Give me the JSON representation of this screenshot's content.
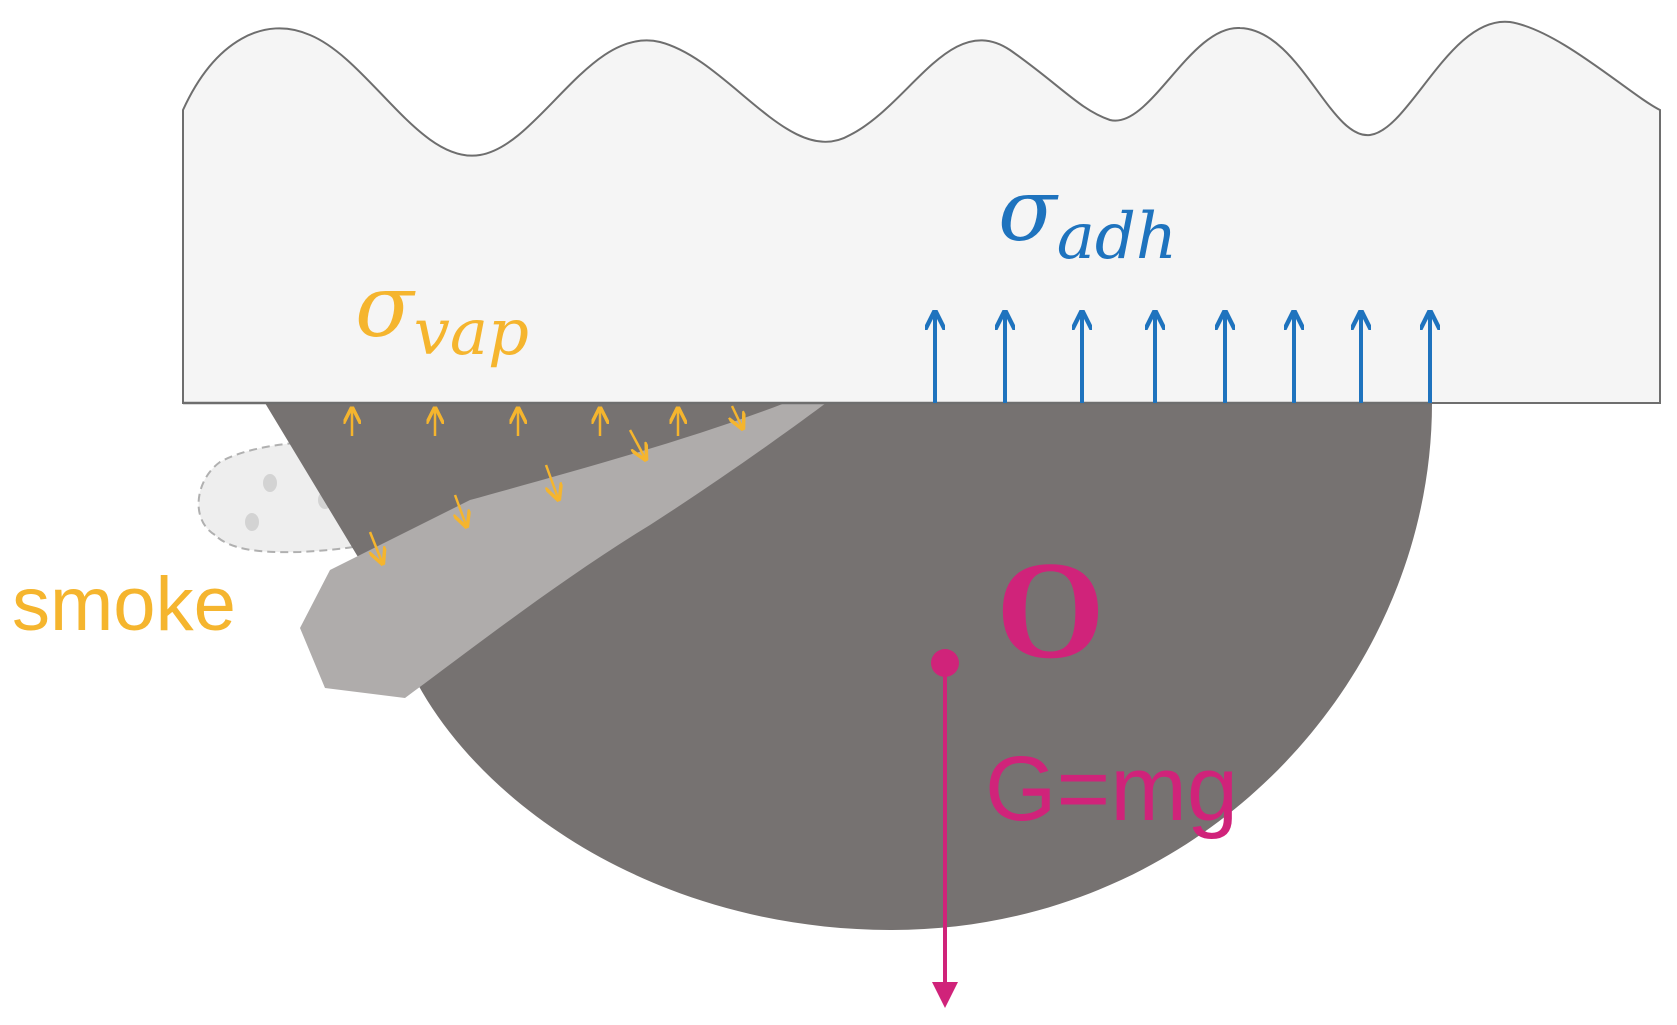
{
  "labels": {
    "sigma_vap_symbol": "σ",
    "sigma_vap_subscript": "vap",
    "sigma_adh_symbol": "σ",
    "sigma_adh_subscript": "adh",
    "smoke": "smoke",
    "center": "O",
    "gravity": "G=mg"
  },
  "colors": {
    "vapor": "#F5B52E",
    "adhesion": "#1E73BE",
    "gravity": "#D0237A",
    "substrate_fill": "#F5F5F5",
    "substrate_stroke": "#6E6E6E",
    "particle": "#767271",
    "debris": "#AFACAB",
    "smoke_fill": "#EEEEEE",
    "smoke_dots": "#D3D3D3"
  }
}
